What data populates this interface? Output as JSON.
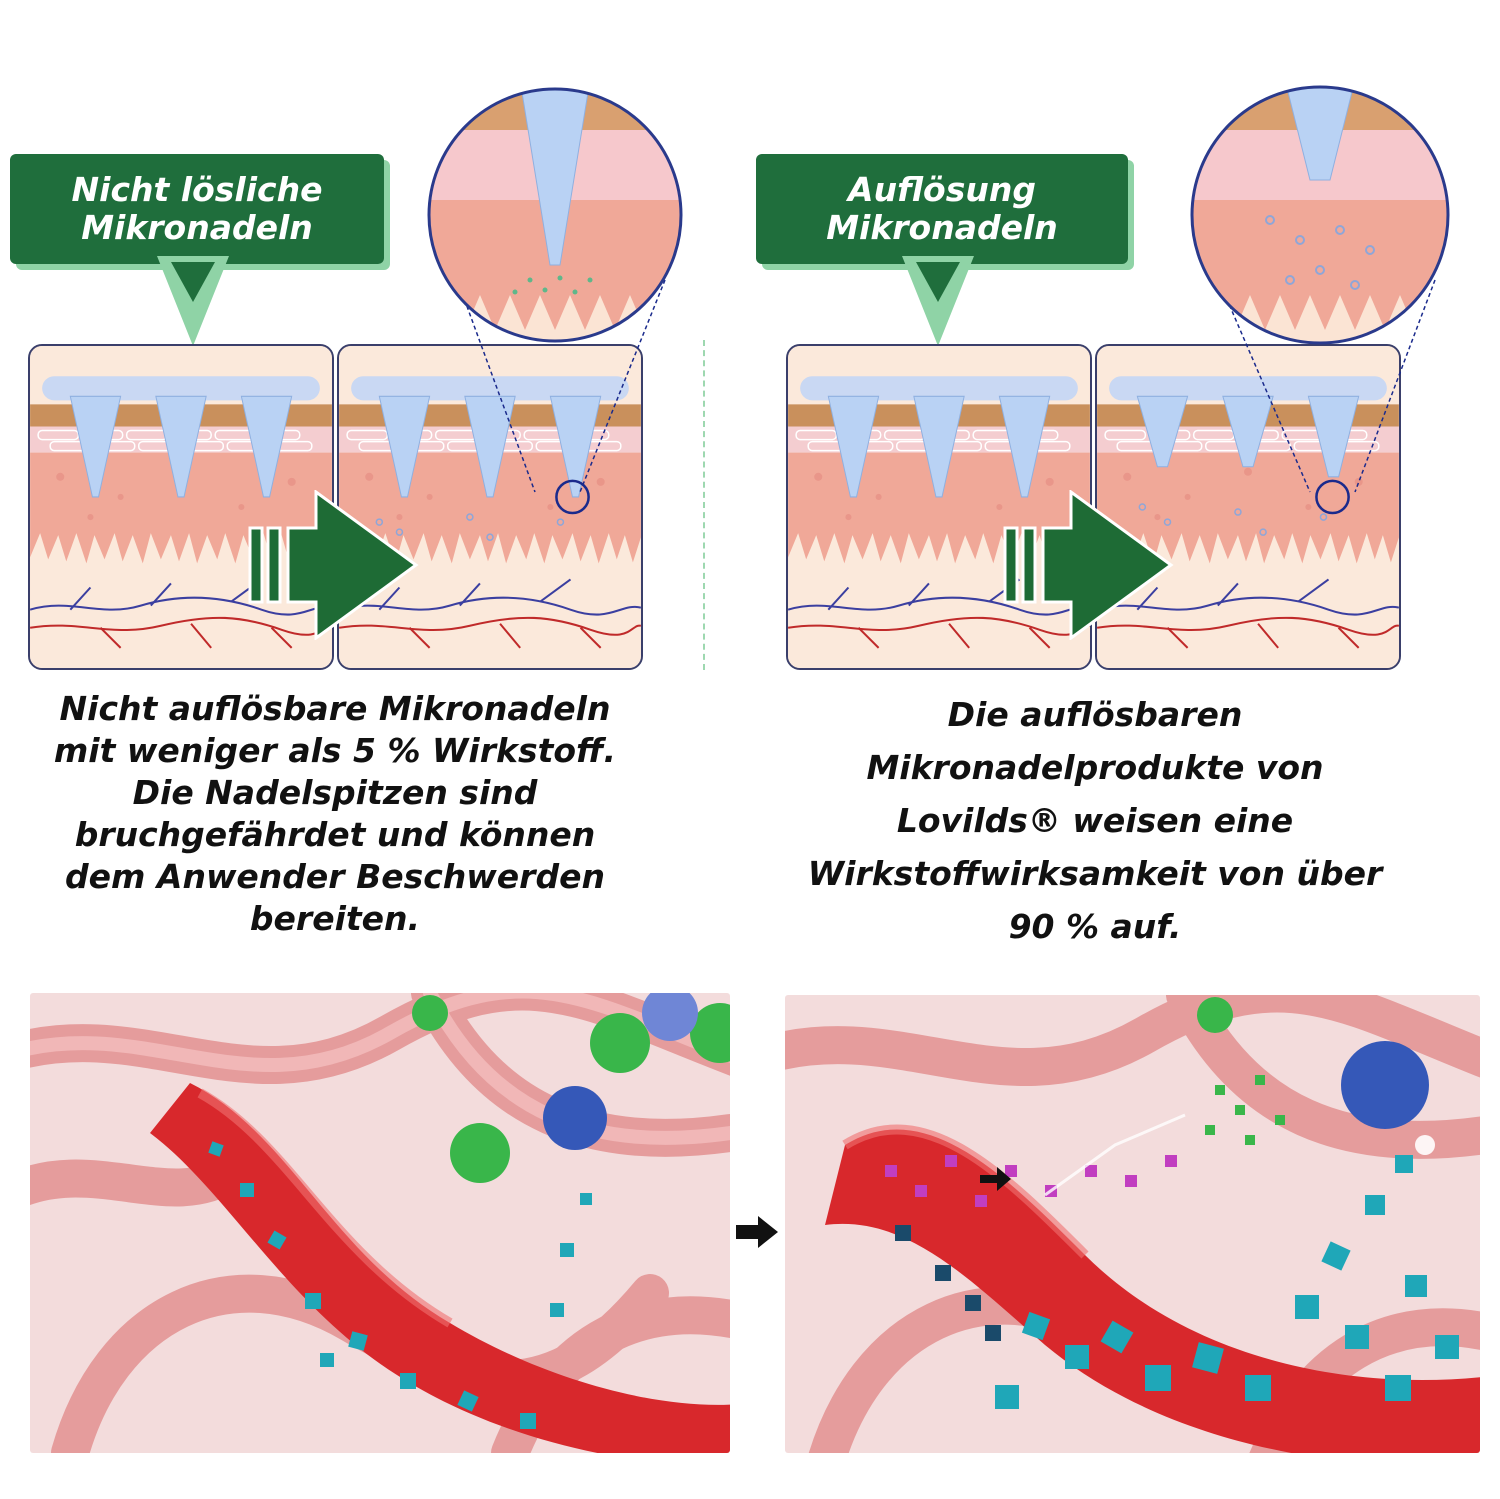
{
  "left": {
    "label_lines": [
      "Nicht lösliche",
      "Mikronadeln"
    ],
    "description_lines": [
      "Nicht auflösbare Mikronadeln",
      "mit weniger als 5 % Wirkstoff.",
      "Die Nadelspitzen sind",
      "bruchgefährdet und können",
      "dem Anwender Beschwerden",
      "bereiten."
    ]
  },
  "right": {
    "label_lines": [
      "Auflösung",
      "Mikronadeln"
    ],
    "description_lines": [
      "Die auflösbaren",
      "Mikronadelprodukte von",
      "Lovilds® weisen eine",
      "Wirkstoffwirksamkeit von über",
      "90 % auf."
    ]
  },
  "colors": {
    "label_green": "#1f6e3c",
    "label_shadow": "#8fd3a6",
    "arrow_green": "#1e6b35",
    "vessel_red": "#d8282c",
    "particle_cyan": "#1fa7b8",
    "panel_border": "#3a3f6b"
  },
  "icons": [
    "right-arrow-icon",
    "magnifier-circle-icon"
  ]
}
